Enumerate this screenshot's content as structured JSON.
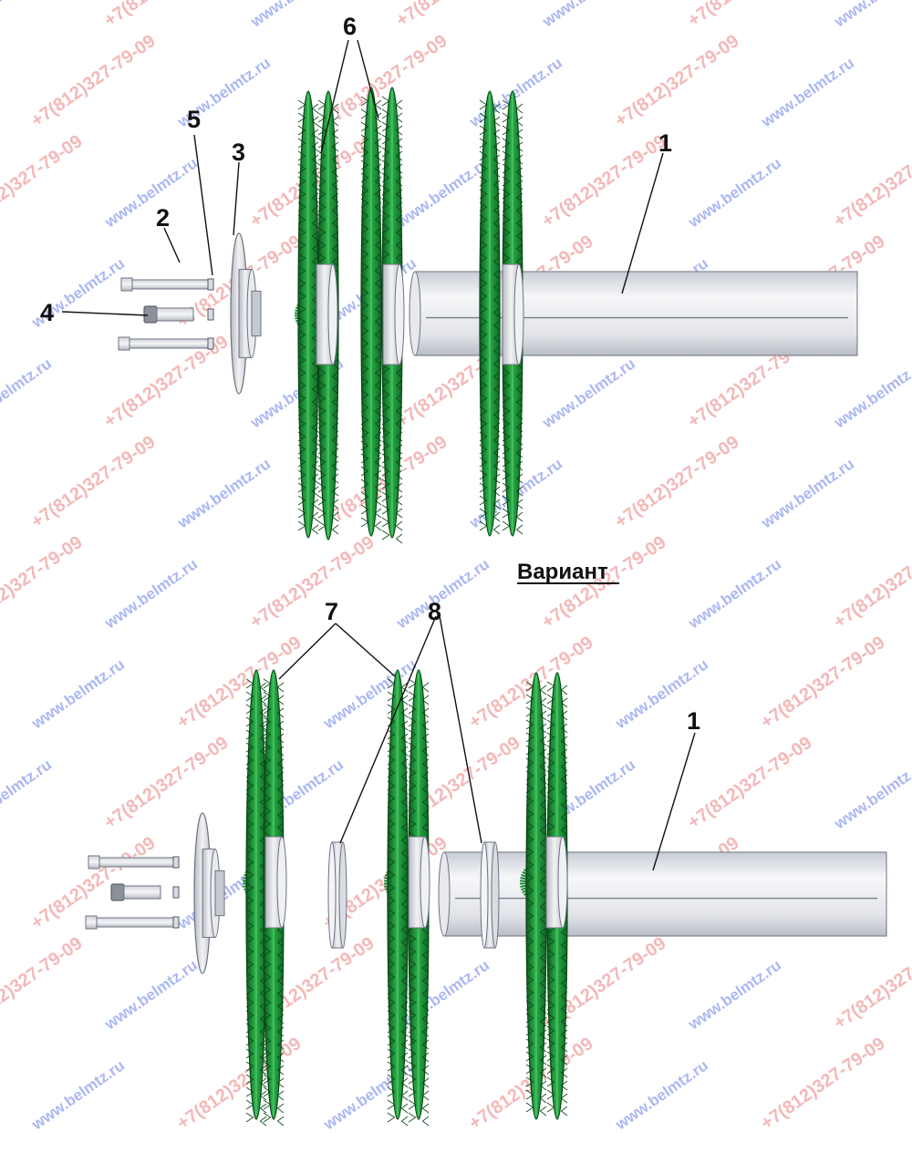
{
  "diagram": {
    "top_callouts": [
      "6",
      "5",
      "3",
      "2",
      "4",
      "1"
    ],
    "variant_title": "Вариант",
    "bottom_callouts": [
      "7",
      "8",
      "1"
    ]
  },
  "watermarks": {
    "site": "www.belmtz.ru",
    "phone": "+7(812)327-79-09"
  },
  "colors": {
    "disc": "#1f9a3a",
    "disc_dark": "#0c5a1e",
    "shaft": "#eceef2",
    "watermark_blue": "#8f9ff0",
    "watermark_red": "#f0a0a0"
  }
}
